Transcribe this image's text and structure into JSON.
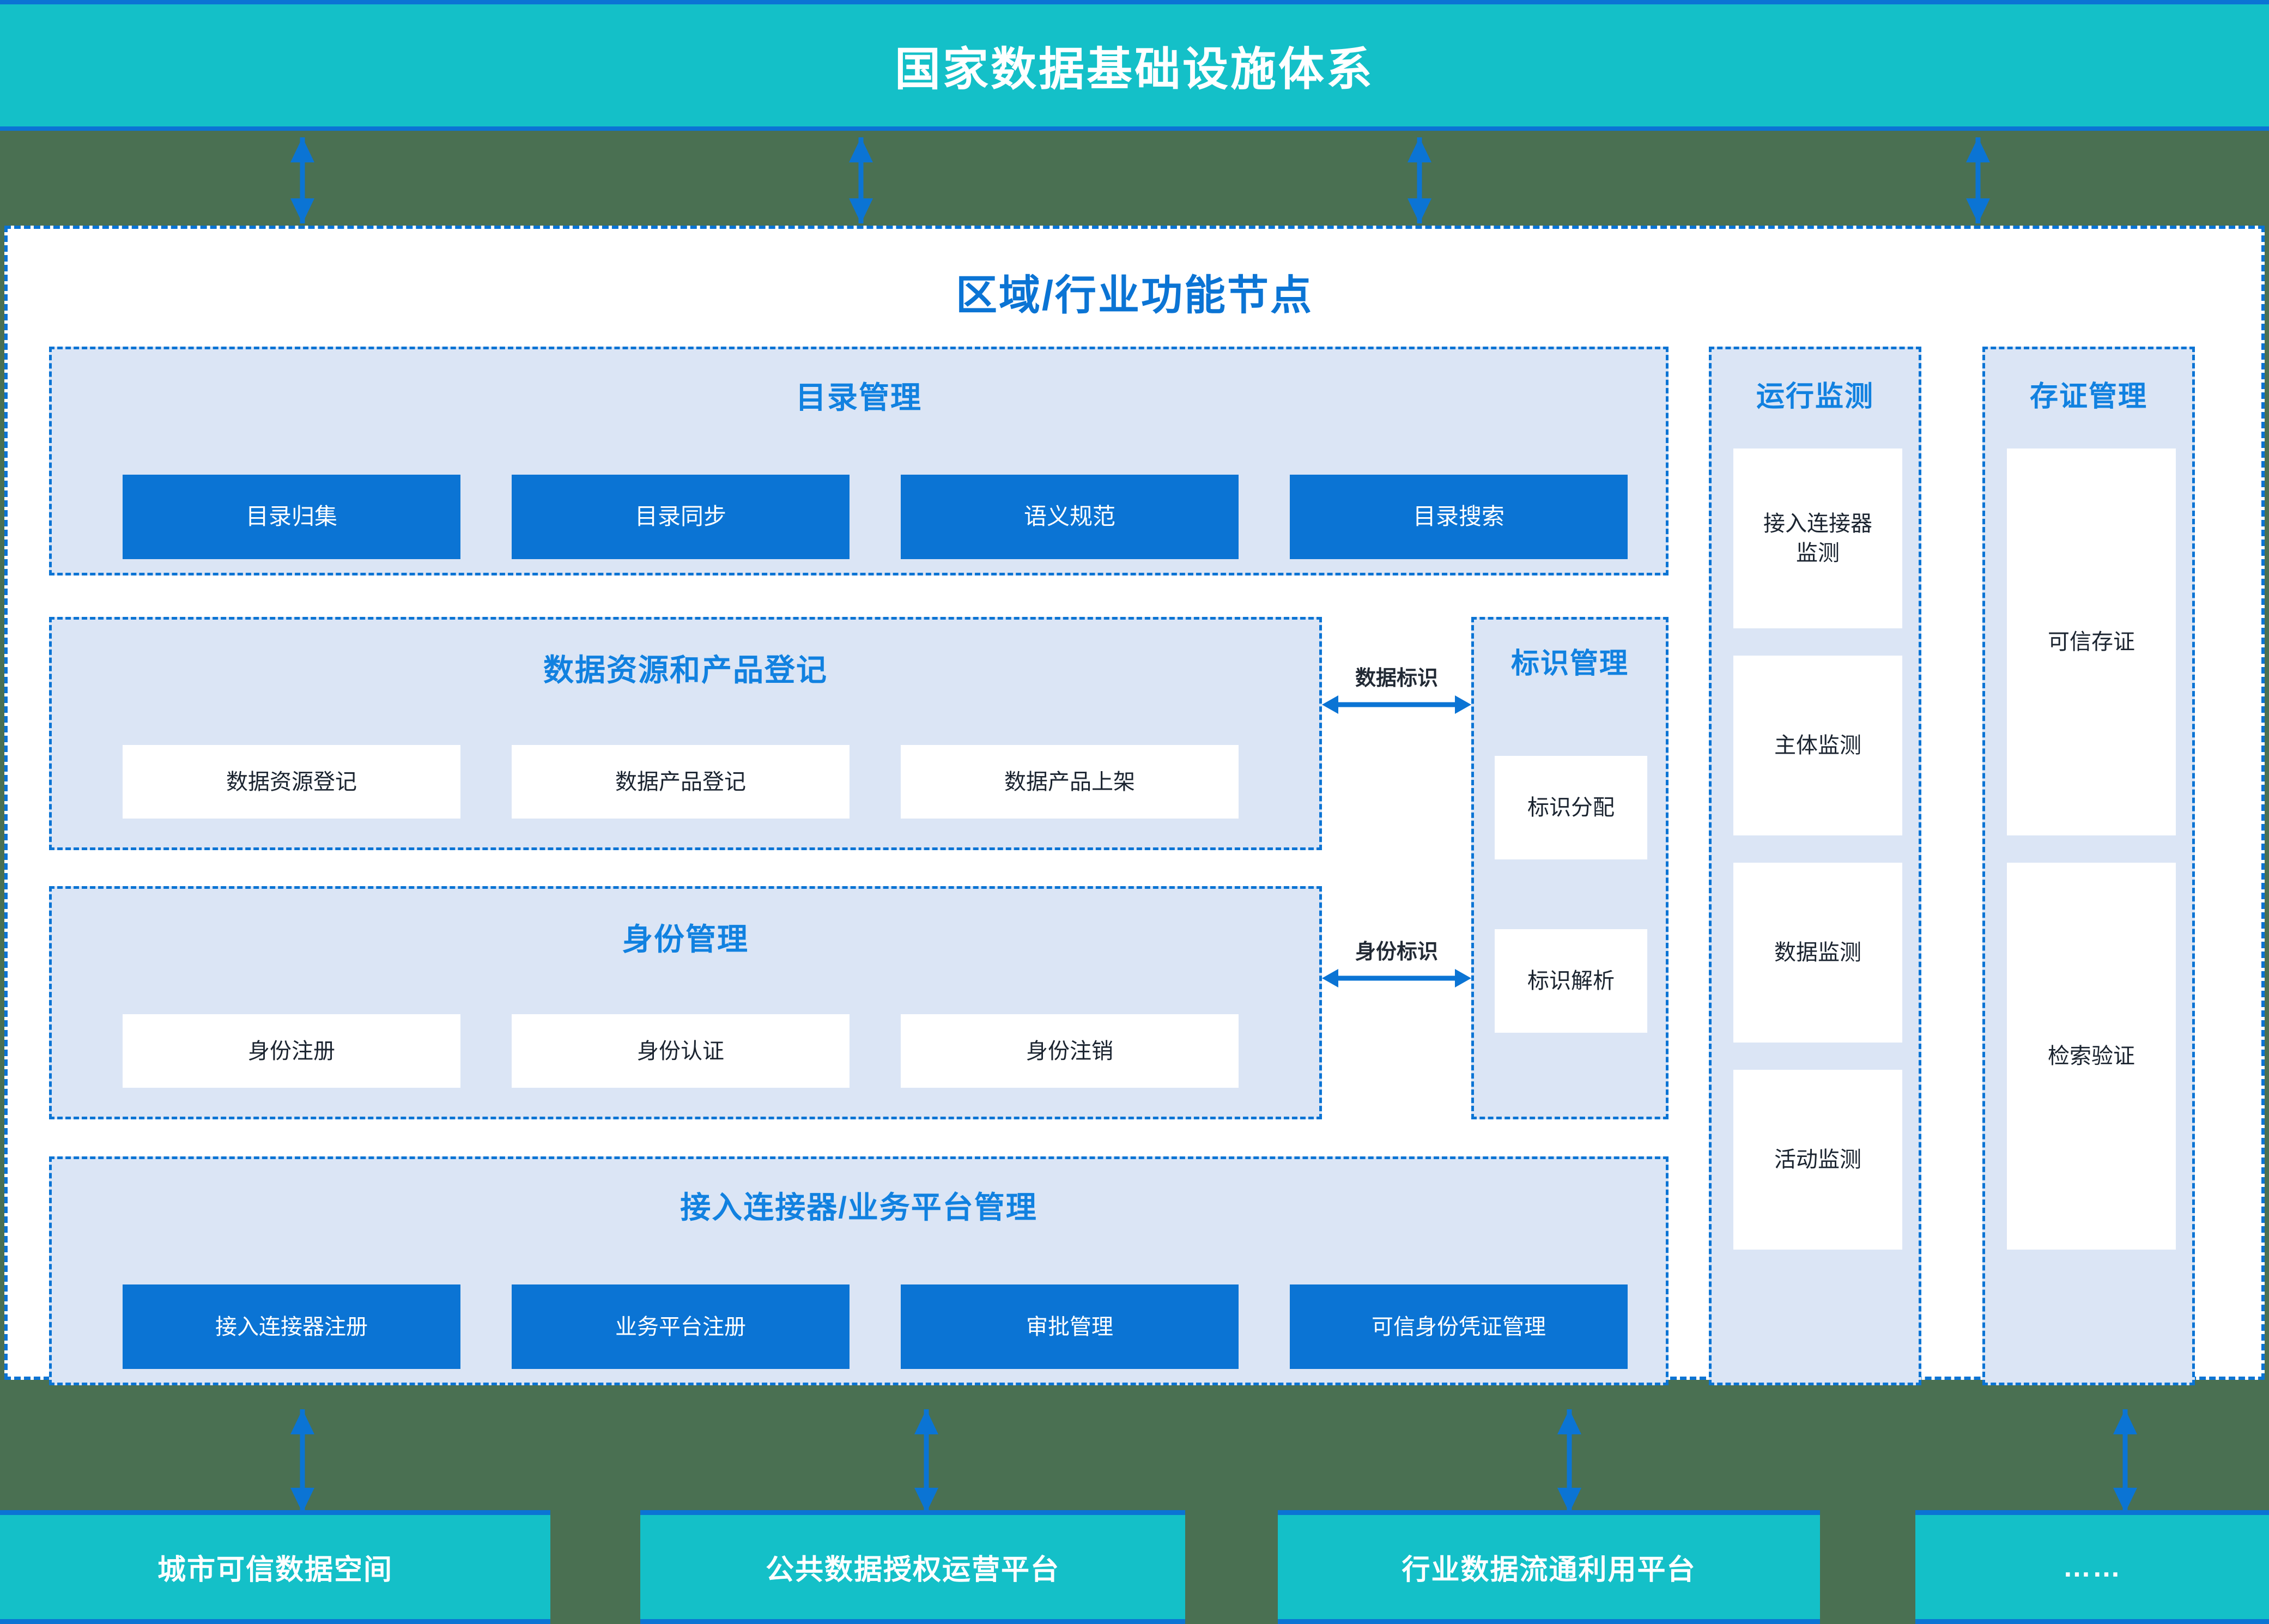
{
  "top_banner": {
    "title": "国家数据基础设施体系"
  },
  "node": {
    "title": "区域/行业功能节点",
    "catalog": {
      "title": "目录管理",
      "items": [
        "目录归集",
        "目录同步",
        "语义规范",
        "目录搜索"
      ]
    },
    "registry": {
      "title": "数据资源和产品登记",
      "items": [
        "数据资源登记",
        "数据产品登记",
        "数据产品上架"
      ]
    },
    "identity": {
      "title": "身份管理",
      "items": [
        "身份注册",
        "身份认证",
        "身份注销"
      ]
    },
    "connector": {
      "title": "接入连接器/业务平台管理",
      "items": [
        "接入连接器注册",
        "业务平台注册",
        "审批管理",
        "可信身份凭证管理"
      ]
    },
    "identifier": {
      "title": "标识管理",
      "items": [
        "标识分配",
        "标识解析"
      ]
    },
    "monitoring": {
      "title": "运行监测",
      "items": [
        "接入连接器\n监测",
        "主体监测",
        "数据监测",
        "活动监测"
      ]
    },
    "evidence": {
      "title": "存证管理",
      "items": [
        "可信存证",
        "检索验证"
      ]
    },
    "links": {
      "data_identifier": "数据标识",
      "identity_identifier": "身份标识"
    }
  },
  "platforms": [
    "城市可信数据空间",
    "公共数据授权运营平台",
    "行业数据流通利用平台",
    "……"
  ],
  "colors": {
    "teal": "#14c0c8",
    "blue": "#0b74d4",
    "panel_bg": "#dbe5f5",
    "backdrop": "#4a7052"
  }
}
